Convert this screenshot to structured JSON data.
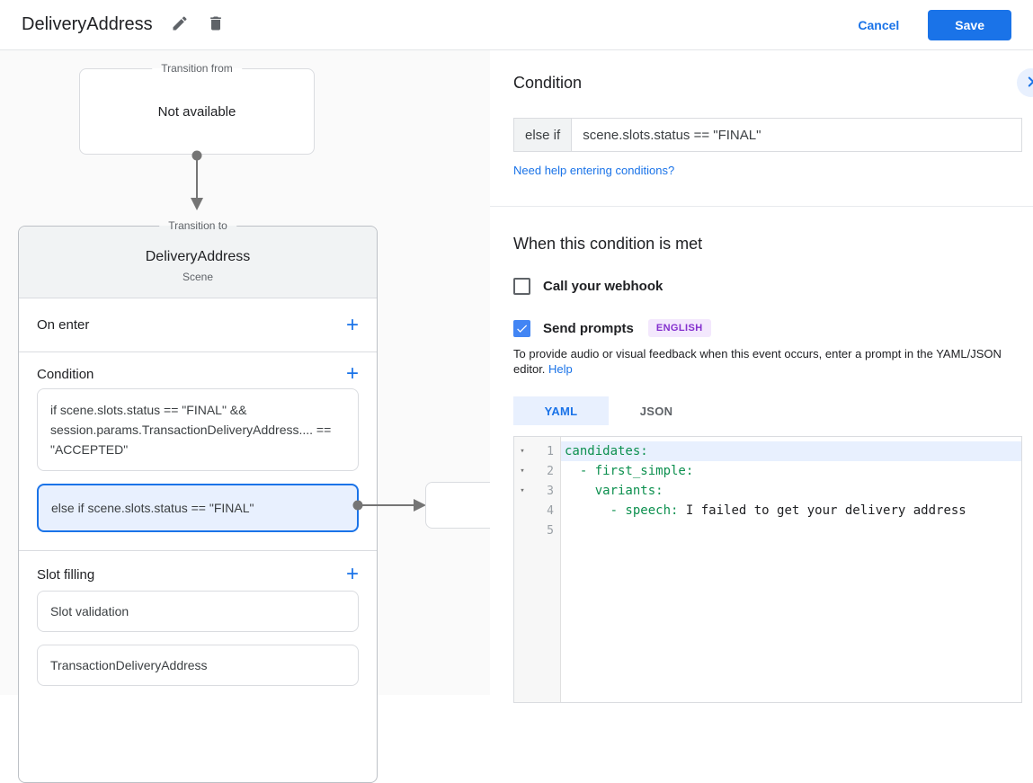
{
  "header": {
    "title": "DeliveryAddress",
    "cancel_label": "Cancel",
    "save_label": "Save"
  },
  "diagram": {
    "transition_from": {
      "label": "Transition from",
      "content": "Not available"
    },
    "transition_to": {
      "label": "Transition to",
      "scene_name": "DeliveryAddress",
      "scene_type": "Scene",
      "on_enter_label": "On enter",
      "condition_label": "Condition",
      "condition_if": "if scene.slots.status == \"FINAL\" && session.params.TransactionDeliveryAddress.... == \"ACCEPTED\"",
      "condition_else_if": "else if scene.slots.status == \"FINAL\"",
      "slot_filling_label": "Slot filling",
      "slot_items": [
        "Slot validation",
        "TransactionDeliveryAddress"
      ]
    }
  },
  "panel": {
    "condition_title": "Condition",
    "condition_input": {
      "prefix": "else if",
      "value": "scene.slots.status == \"FINAL\""
    },
    "help_link": "Need help entering conditions?",
    "when_met_title": "When this condition is met",
    "webhook": {
      "label": "Call your webhook",
      "checked": false
    },
    "send_prompts": {
      "label": "Send prompts",
      "checked": true,
      "badge": "ENGLISH"
    },
    "description": "To provide audio or visual feedback when this event occurs, enter a prompt in the YAML/JSON editor. ",
    "description_link": "Help",
    "tabs": [
      {
        "label": "YAML",
        "active": true
      },
      {
        "label": "JSON",
        "active": false
      }
    ],
    "editor": {
      "lines": [
        {
          "num": "1",
          "key": "candidates:",
          "value": "",
          "fold": true,
          "highlight": true
        },
        {
          "num": "2",
          "key": "  - first_simple:",
          "value": "",
          "fold": true,
          "highlight": false
        },
        {
          "num": "3",
          "key": "    variants:",
          "value": "",
          "fold": true,
          "highlight": false
        },
        {
          "num": "4",
          "key": "      - speech:",
          "value": " I failed to get your delivery address",
          "fold": false,
          "highlight": false
        },
        {
          "num": "5",
          "key": "",
          "value": "",
          "fold": false,
          "highlight": false
        }
      ]
    }
  },
  "colors": {
    "accent": "#1a73e8",
    "checkbox_blue": "#4285f4",
    "badge_bg": "#f3e8fd",
    "badge_text": "#8430ce",
    "yaml_key_green": "#0d904f",
    "line_highlight": "#e8f0fe"
  }
}
